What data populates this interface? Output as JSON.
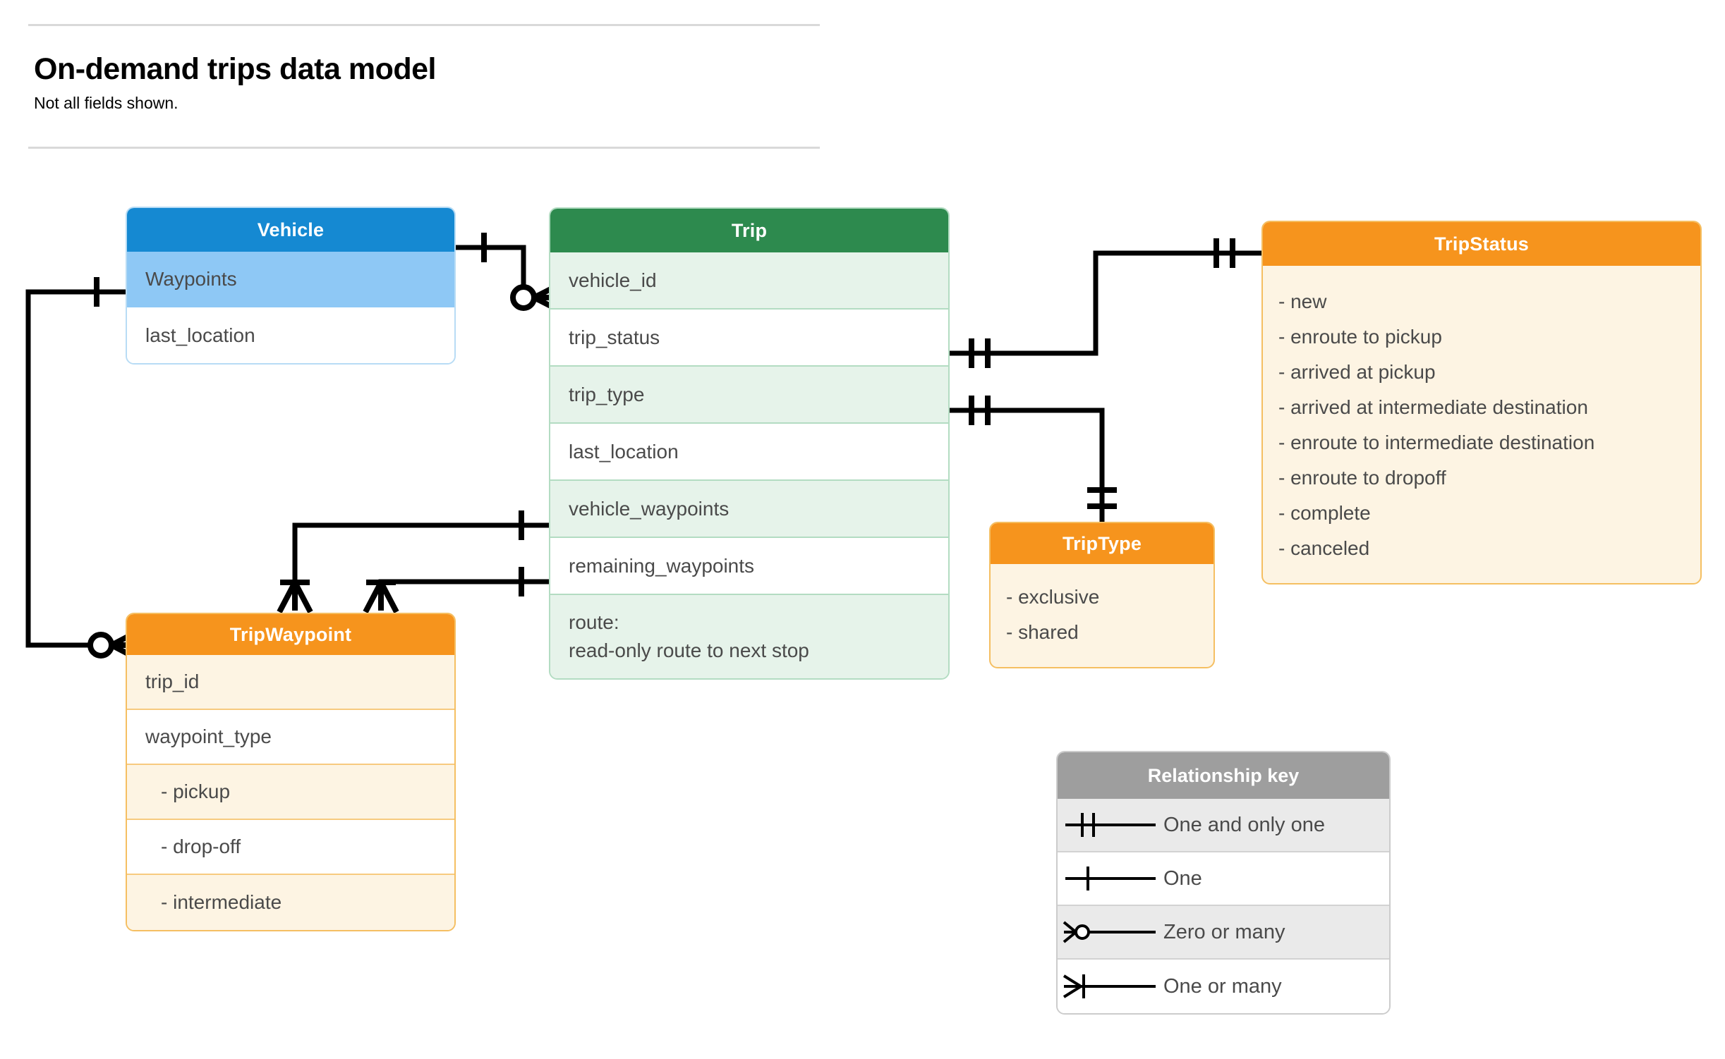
{
  "header": {
    "title": "On-demand trips data model",
    "subtitle": "Not all fields shown."
  },
  "entities": {
    "vehicle": {
      "name": "Vehicle",
      "header_color": "#1589d2",
      "fields": [
        "Waypoints",
        "last_location"
      ]
    },
    "trip": {
      "name": "Trip",
      "header_color": "#2d8a4e",
      "fields": [
        "vehicle_id",
        "trip_status",
        "trip_type",
        "last_location",
        "vehicle_waypoints",
        "remaining_waypoints"
      ],
      "route_label": "route:",
      "route_note": "read-only route to next stop"
    },
    "trip_status": {
      "name": "TripStatus",
      "header_color": "#f6941d",
      "values": [
        "- new",
        "- enroute to pickup",
        "- arrived at pickup",
        "- arrived at intermediate destination",
        "- enroute to intermediate destination",
        "- enroute to dropoff",
        "- complete",
        "- canceled"
      ]
    },
    "trip_type": {
      "name": "TripType",
      "header_color": "#f6941d",
      "values": [
        "- exclusive",
        "- shared"
      ]
    },
    "trip_waypoint": {
      "name": "TripWaypoint",
      "header_color": "#f6941d",
      "fields": [
        "trip_id",
        "waypoint_type"
      ],
      "values": [
        "-  pickup",
        "-  drop-off",
        "-  intermediate"
      ]
    }
  },
  "legend": {
    "title": "Relationship key",
    "rows": [
      {
        "symbol": "one-and-only-one",
        "label": "One and only one"
      },
      {
        "symbol": "one",
        "label": "One"
      },
      {
        "symbol": "zero-or-many",
        "label": "Zero or many"
      },
      {
        "symbol": "one-or-many",
        "label": "One or many"
      }
    ]
  }
}
